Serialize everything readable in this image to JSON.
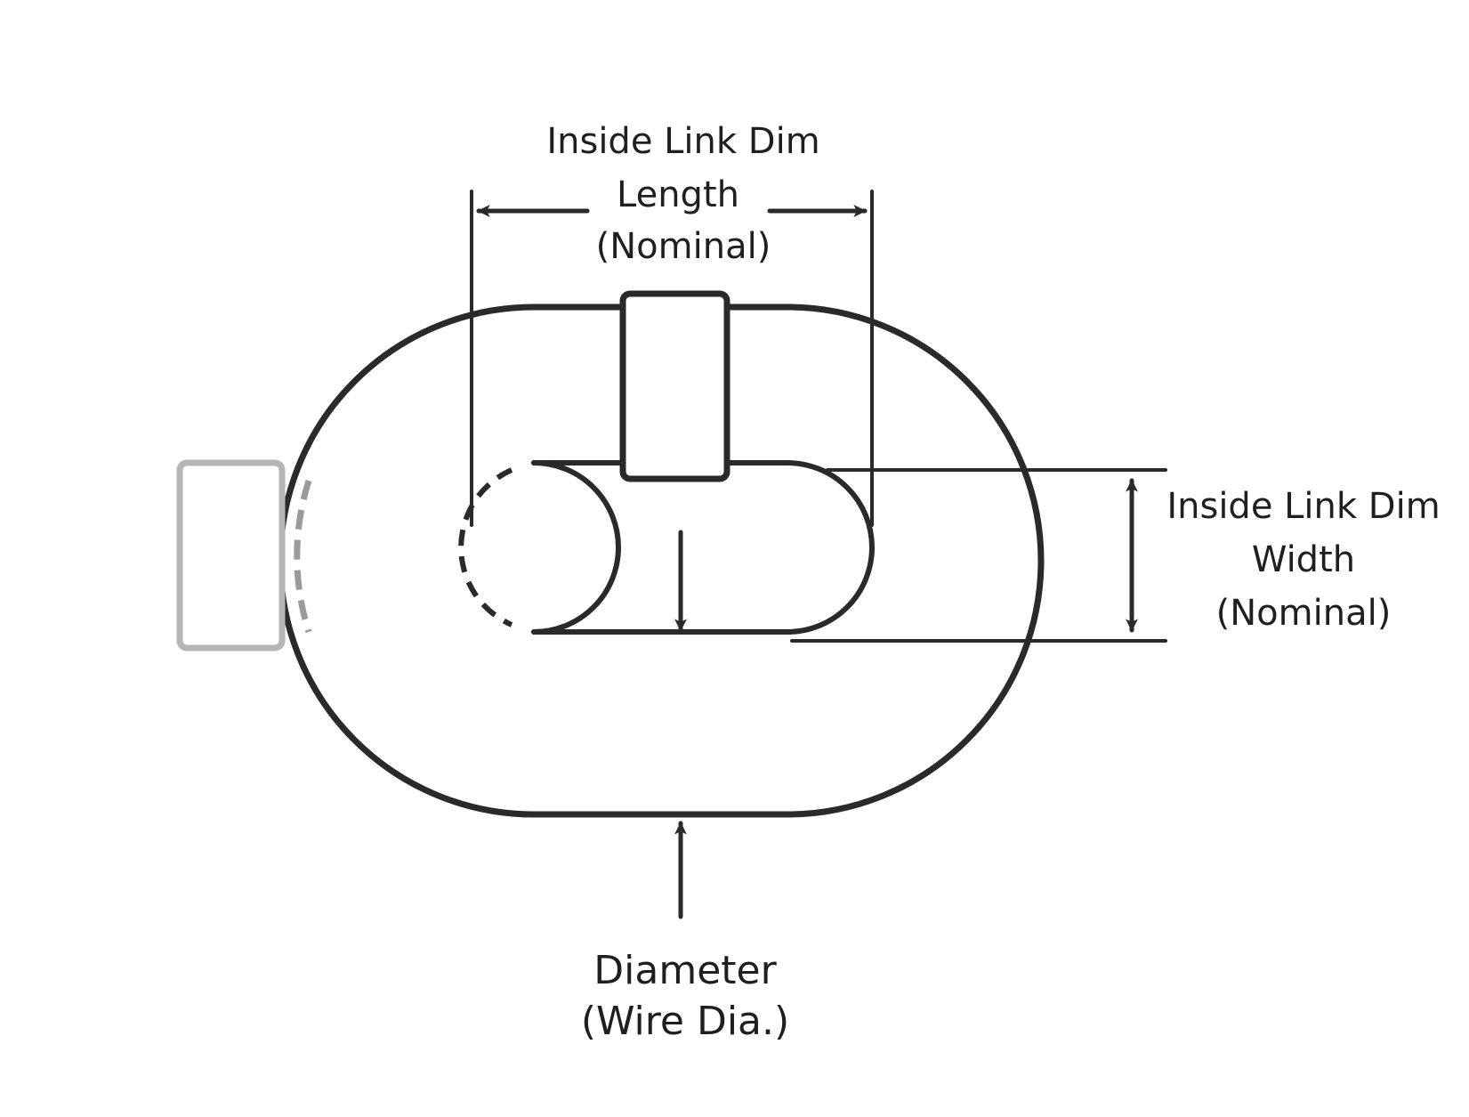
{
  "labels": {
    "length": {
      "line1": "Inside Link Dim",
      "line2": "Length",
      "line3": "(Nominal)"
    },
    "width": {
      "line1": "Inside Link Dim",
      "line2": "Width",
      "line3": "(Nominal)"
    },
    "diameter": {
      "line1": "Diameter",
      "line2": "(Wire Dia.)"
    }
  },
  "colors": {
    "line": "#2a2a2a",
    "faded_line": "#b5b5b5",
    "text": "#1f1f1f"
  }
}
